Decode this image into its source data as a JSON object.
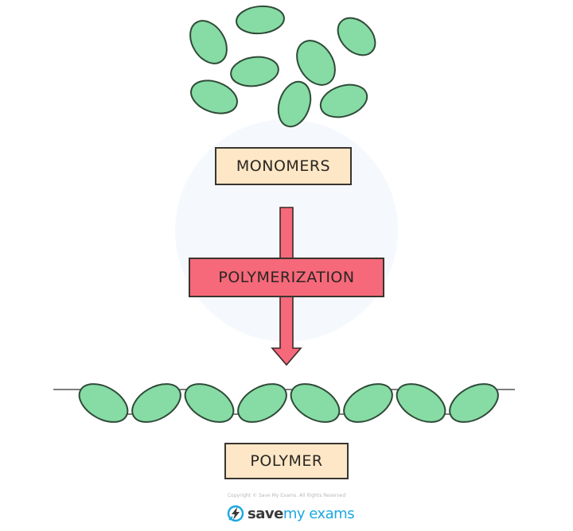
{
  "labels": {
    "monomers": "MONOMERS",
    "process": "POLYMERIZATION",
    "polymer": "POLYMER"
  },
  "monomers": {
    "count": 8,
    "items": [
      {
        "name": "monomer-1"
      },
      {
        "name": "monomer-2"
      },
      {
        "name": "monomer-3"
      },
      {
        "name": "monomer-4"
      },
      {
        "name": "monomer-5"
      },
      {
        "name": "monomer-6"
      },
      {
        "name": "monomer-7"
      },
      {
        "name": "monomer-8"
      }
    ]
  },
  "polymer_chain": {
    "unit_count": 8
  },
  "colors": {
    "monomer_fill": "#86dca4",
    "monomer_stroke": "#2f4a38",
    "label_fill": "#fde7c6",
    "process_fill": "#f6697a",
    "arrow_fill": "#f6697a",
    "line": "#555555"
  },
  "footer": {
    "copyright": "Copyright © Save My Exams. All Rights Reserved",
    "brand_part1": "save",
    "brand_part2": "my exams"
  }
}
